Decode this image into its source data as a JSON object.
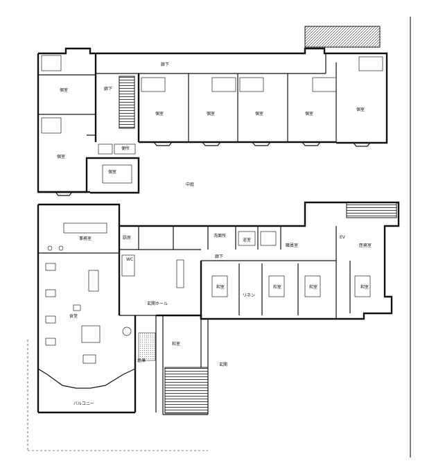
{
  "labels": {
    "corridor_top": "廊下",
    "corridor_left": "廊下",
    "corridor_mid": "廊下",
    "room_tl_1": "個室",
    "room_tl_2": "個室",
    "room_1": "個室",
    "room_2": "個室",
    "room_3": "個室",
    "room_4": "個室",
    "room_5": "個室",
    "room_l": "個室",
    "toilet": "便所",
    "washroom": "洗面所",
    "bath": "浴室",
    "office": "事務室",
    "kitchen": "厨房",
    "dining": "食堂",
    "hall": "玄関ホール",
    "balcony": "バルコニー",
    "storage": "倉庫",
    "nurse": "医務室",
    "entrance": "玄関",
    "garden": "中庭",
    "room_r1": "和室",
    "room_r2": "和室",
    "room_r3": "和室",
    "room_r4": "和室",
    "room_r5": "和室",
    "linen": "リネン",
    "staff": "職員室",
    "wc": "WC",
    "ev": "EV"
  }
}
